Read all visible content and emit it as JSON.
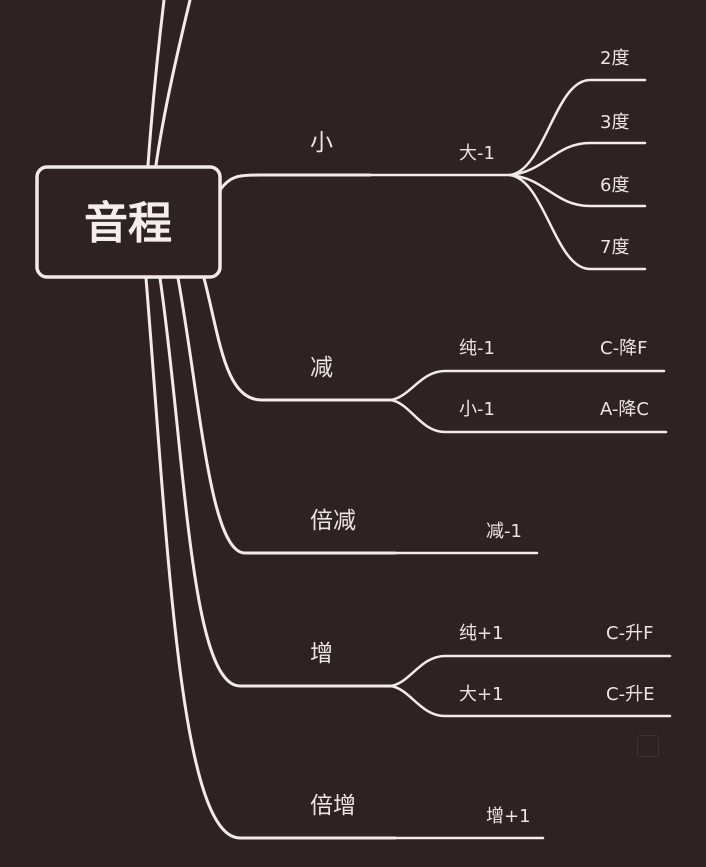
{
  "mindmap": {
    "root": "音程",
    "branches": [
      {
        "label": "小",
        "children": [
          {
            "label": "大-1",
            "children": [
              "2度",
              "3度",
              "6度",
              "7度"
            ]
          }
        ]
      },
      {
        "label": "减",
        "children": [
          {
            "label": "纯-1",
            "note": "C-降F"
          },
          {
            "label": "小-1",
            "note": "A-降C"
          }
        ]
      },
      {
        "label": "倍减",
        "children": [
          {
            "label": "减-1"
          }
        ]
      },
      {
        "label": "增",
        "children": [
          {
            "label": "纯+1",
            "note": "C-升F"
          },
          {
            "label": "大+1",
            "note": "C-升E"
          }
        ]
      },
      {
        "label": "倍增",
        "children": [
          {
            "label": "增+1"
          }
        ]
      }
    ]
  },
  "colors": {
    "background": "#2e2222",
    "line": "#f2ebe8",
    "text": "#ece6e3"
  }
}
